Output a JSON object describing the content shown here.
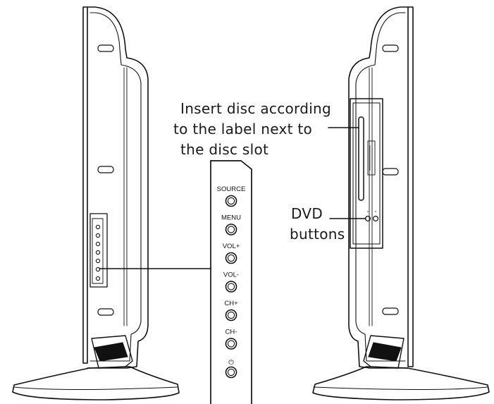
{
  "callouts": {
    "disc_insert": [
      "Insert disc according",
      "to the label next to",
      "the disc slot"
    ],
    "dvd_buttons": [
      "DVD",
      "buttons"
    ]
  },
  "side_panel": {
    "buttons": [
      {
        "label": "SOURCE",
        "icon": "button-circle"
      },
      {
        "label": "MENU",
        "icon": "button-circle"
      },
      {
        "label": "VOL+",
        "icon": "button-circle"
      },
      {
        "label": "VOL-",
        "icon": "button-circle"
      },
      {
        "label": "CH+",
        "icon": "button-circle"
      },
      {
        "label": "CH-",
        "icon": "button-circle"
      },
      {
        "label": "⏻",
        "icon": "power-icon"
      }
    ]
  },
  "colors": {
    "line": "#111111",
    "background": "#ffffff"
  }
}
